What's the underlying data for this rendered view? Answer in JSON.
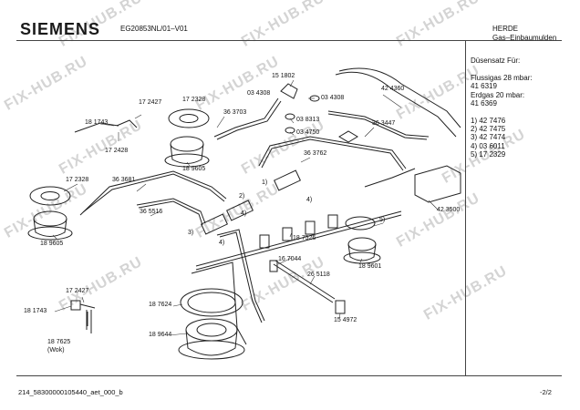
{
  "header": {
    "brand": "SIEMENS",
    "model": "EG20853NL/01–V01",
    "category_line1": "HERDE",
    "category_line2": "Gas–Einbaumulden"
  },
  "legend": {
    "title": "Düsensatz Für:",
    "line1": "Flussigas 28 mbar:",
    "line2": "41 6319",
    "line3": "Erdgas 20 mbar:",
    "line4": "41 6369",
    "items": [
      "1) 42 7476",
      "2) 42 7475",
      "3) 42 7474",
      "4) 03 6011",
      "5) 17 2329"
    ]
  },
  "parts": {
    "p151802": "15 1802",
    "p034308a": "03 4308",
    "p034308b": "03 4308",
    "p424360": "42 4360",
    "p172427a": "17 2427",
    "p172328a": "17 2328",
    "p363703": "36 3703",
    "p038313": "03 8313",
    "p034750": "03 4750",
    "p181743a": "18 1743",
    "p172428": "17 2428",
    "p363447": "36 3447",
    "p363762": "36 3762",
    "p189605a": "18 9605",
    "p172328b": "17 2328",
    "p363681": "36 3681",
    "p423500": "42 3500",
    "p365516": "36 5516",
    "p189605b": "18 9605",
    "p187526": "18 7526",
    "p189601": "18 9601",
    "p167044": "16 7044",
    "p265118": "26 5118",
    "p172427b": "17 2427",
    "p181743b": "18 1743",
    "p187624": "18 7624",
    "p189644": "18 9644",
    "p187625": "18 7625",
    "wok": "(Wok)",
    "p154972": "15 4972",
    "c1": "1)",
    "c2": "2)",
    "c3": "3)",
    "c4a": "4)",
    "c4b": "4)",
    "c4c": "4)",
    "c5": "5)"
  },
  "footer": {
    "left": "214_58300000105440_aet_000_b",
    "right": "-2/2"
  },
  "watermark": "FIX-HUB.RU"
}
